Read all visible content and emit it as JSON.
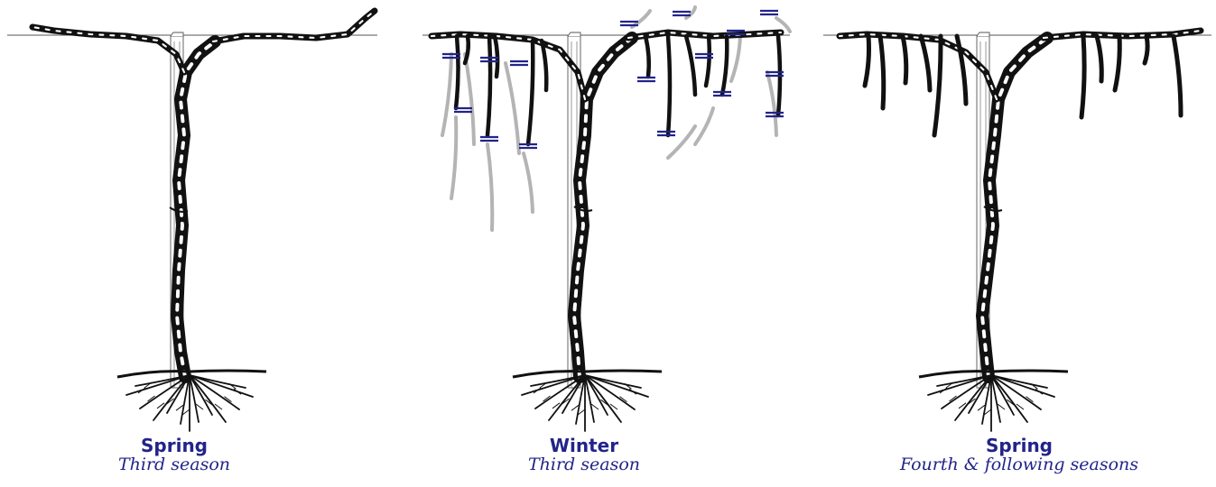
{
  "colors": {
    "ink": "#111111",
    "wire": "#555555",
    "cut_shoot": "#b4b4b4",
    "cut_mark": "#22238a",
    "caption": "#22238a"
  },
  "panels": [
    {
      "id": "spring-third",
      "season": "Spring",
      "subtitle": "Third season"
    },
    {
      "id": "winter-third",
      "season": "Winter",
      "subtitle": "Third season"
    },
    {
      "id": "spring-fourth",
      "season": "Spring",
      "subtitle": "Fourth & following seasons"
    }
  ]
}
